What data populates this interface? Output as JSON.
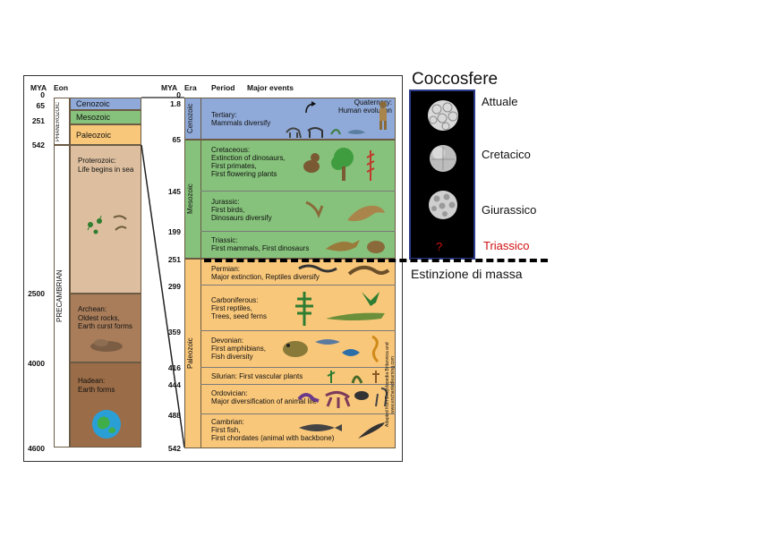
{
  "left_chart": {
    "header": {
      "mya": "MYA",
      "eon": "Eon",
      "mya2": "MYA",
      "era": "Era",
      "period": "Period",
      "events": "Major events"
    },
    "ticks_left": [
      "65",
      "251",
      "542",
      "2500",
      "4000",
      "4600"
    ],
    "ticks_right": [
      "0",
      "1.8",
      "65",
      "145",
      "199",
      "251",
      "299",
      "359",
      "416",
      "444",
      "488",
      "542"
    ],
    "tick_left_zero": "0",
    "phanerozoic_label": "PHANEROZOIC",
    "precambrian_label": "PRECAMBRIAN",
    "eras_left": [
      "Cenozoic",
      "Mesozoic",
      "Paleozoic"
    ],
    "eons": [
      {
        "name": "Proterozoic:",
        "desc": "Life begins in sea"
      },
      {
        "name": "Archean:",
        "desc": "Oldest rocks,",
        "desc2": "Earth curst forms"
      },
      {
        "name": "Hadean:",
        "desc": "Earth forms"
      }
    ],
    "era_vertical": [
      "Cenozoic",
      "Mesozoic",
      "Paleozoic"
    ],
    "periods": [
      {
        "name": "Tertiary:",
        "lines": [
          "Mammals diversify"
        ]
      },
      {
        "name": "Quaternary:",
        "lines": [
          "Human evolution"
        ]
      },
      {
        "name": "Cretaceous:",
        "lines": [
          "Extinction of dinosaurs,",
          "First primates,",
          "First flowering plants"
        ]
      },
      {
        "name": "Jurassic:",
        "lines": [
          "First birds,",
          "Dinosaurs diversify"
        ]
      },
      {
        "name": "Triassic:",
        "lines": [
          "First mammals, First dinosaurs"
        ]
      },
      {
        "name": "Permian:",
        "lines": [
          "Major extinction, Reptiles diversify"
        ]
      },
      {
        "name": "Carboniferous:",
        "lines": [
          "First reptiles,",
          "Trees, seed ferns"
        ]
      },
      {
        "name": "Devonian:",
        "lines": [
          "First amphibians,",
          "Fish diversity"
        ]
      },
      {
        "name": "Silurian:",
        "lines": [
          "First vascular plants"
        ]
      },
      {
        "name": "Ordovician:",
        "lines": [
          "Major diversification of animal life"
        ]
      },
      {
        "name": "Cambrian:",
        "lines": [
          "First fish,",
          "First chordates (animal with backbone)"
        ]
      }
    ],
    "credit": "Adapted from Encyclopedia Britannica and www.enchantedlearning.com"
  },
  "coccosfere": {
    "title": "Coccosfere",
    "items": [
      "Attuale",
      "Cretacico",
      "Giurassico",
      "Triassico"
    ],
    "question": "?",
    "triassic_color": "#d01010",
    "panel_color": "#000000",
    "border_color": "#2b3a8a"
  },
  "extinction_label": "Estinzione di massa"
}
